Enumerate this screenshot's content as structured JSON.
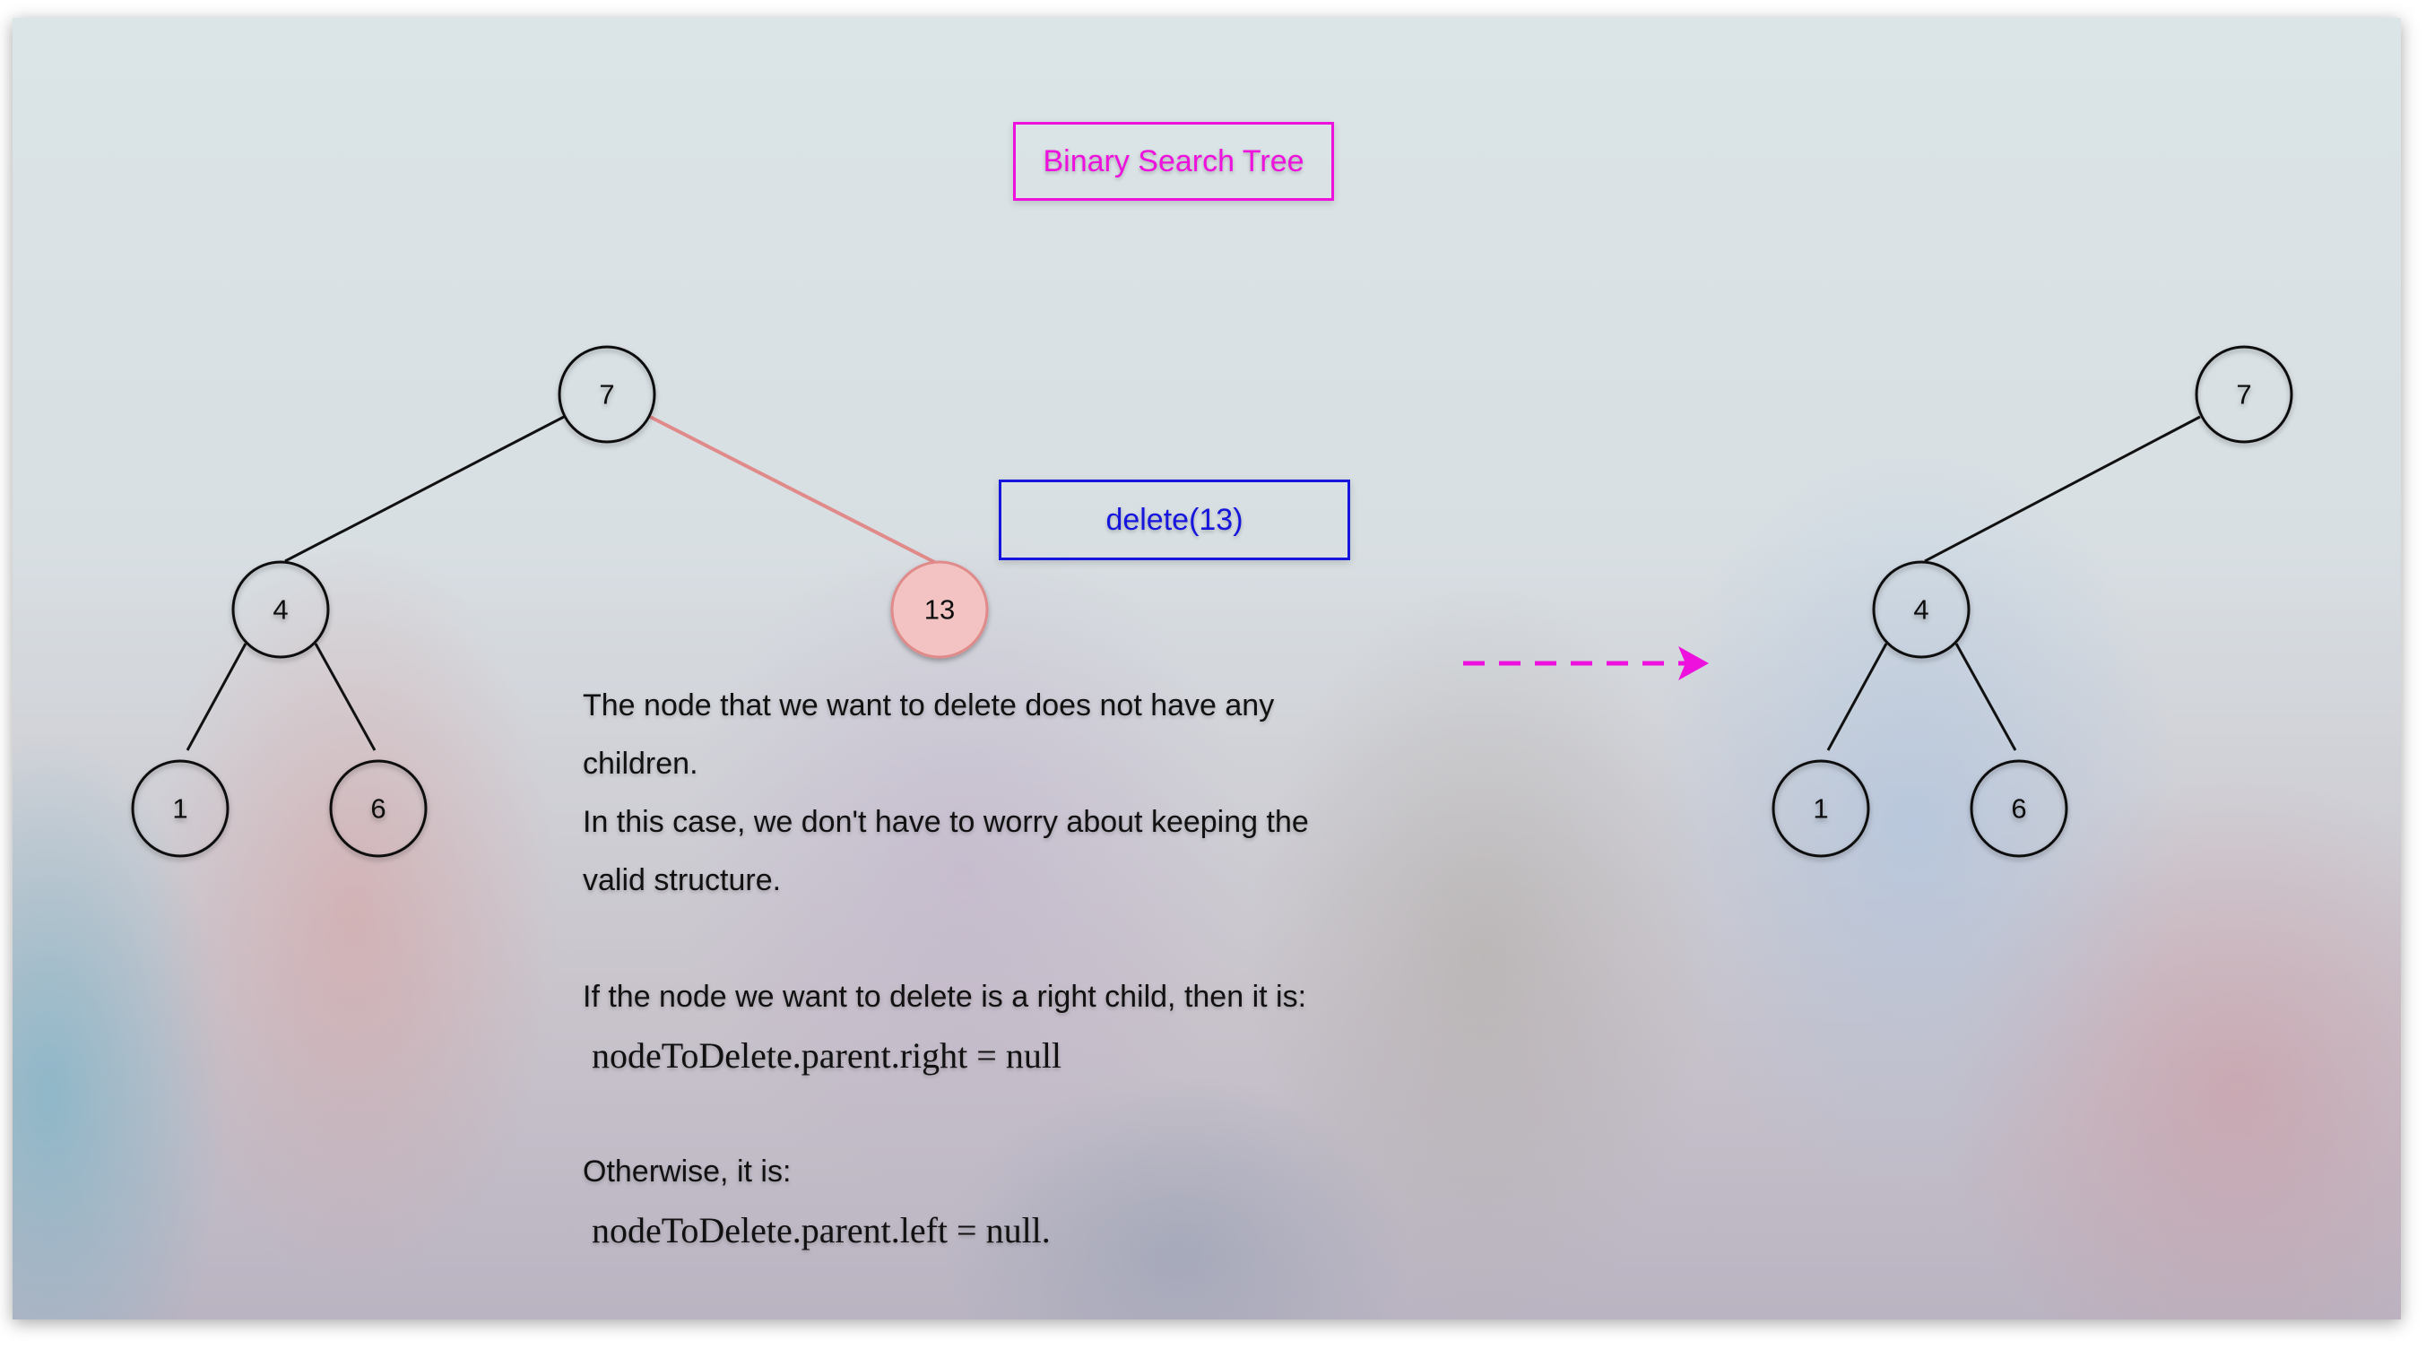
{
  "title": "Binary Search Tree",
  "operation": "delete(13)",
  "colors": {
    "title": "#ee11dd",
    "operation": "#1515dd",
    "highlight_fill": "#f3c3c3",
    "highlight_edge": "#e08a8a",
    "arrow": "#ee11dd"
  },
  "before_tree": {
    "nodes": [
      {
        "value": "7"
      },
      {
        "value": "4"
      },
      {
        "value": "13",
        "highlighted": true
      },
      {
        "value": "1"
      },
      {
        "value": "6"
      }
    ],
    "edges": [
      [
        "7",
        "4"
      ],
      [
        "7",
        "13"
      ],
      [
        "4",
        "1"
      ],
      [
        "4",
        "6"
      ]
    ]
  },
  "after_tree": {
    "nodes": [
      {
        "value": "7"
      },
      {
        "value": "4"
      },
      {
        "value": "1"
      },
      {
        "value": "6"
      }
    ],
    "edges": [
      [
        "7",
        "4"
      ],
      [
        "4",
        "1"
      ],
      [
        "4",
        "6"
      ]
    ]
  },
  "explanation": {
    "line1": "The node that we want to delete does not have any",
    "line2": "children.",
    "line3": "In this case, we don't have to worry about keeping the",
    "line4": "valid structure.",
    "line5": "If the node we want to delete is a right child, then it is:",
    "formula1": "nodeToDelete.parent.right = null",
    "line6": "Otherwise, it is:",
    "formula2": "nodeToDelete.parent.left = null."
  }
}
